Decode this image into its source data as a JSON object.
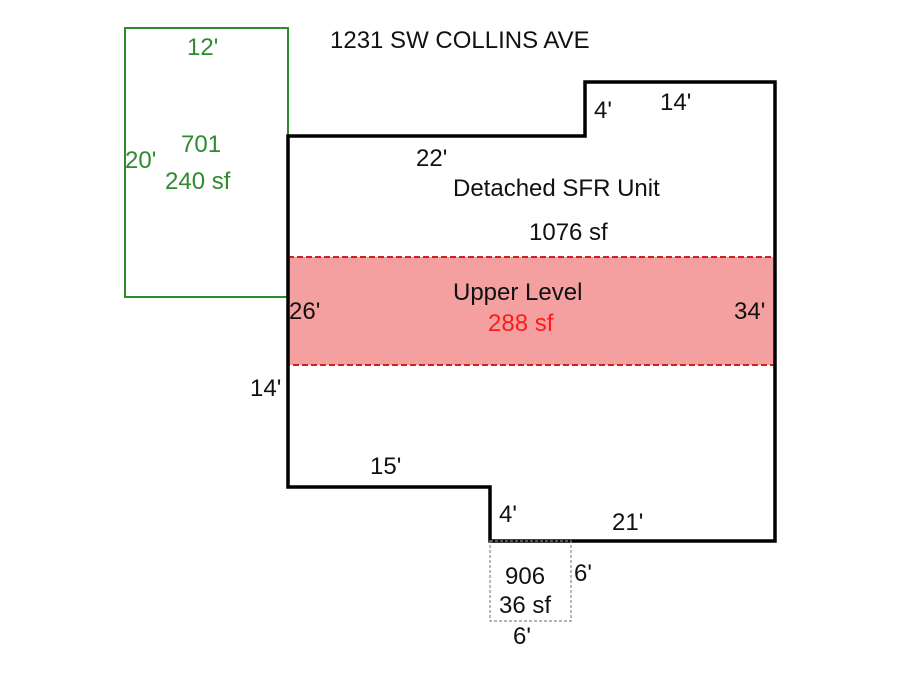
{
  "address": "1231 SW COLLINS AVE",
  "main_unit": {
    "name": "Detached SFR Unit",
    "area": "1076 sf",
    "dims": {
      "top_left": "22'",
      "notch_step": "4'",
      "top_right": "14'",
      "right": "34'",
      "left_upper": "26'",
      "left_lower": "14'",
      "bottom_left": "15'",
      "bottom_step": "4'",
      "bottom_right": "21'"
    }
  },
  "upper_level": {
    "name": "Upper Level",
    "area": "288 sf"
  },
  "unit_701": {
    "code": "701",
    "area": "240 sf",
    "width": "12'",
    "depth": "20'"
  },
  "unit_906": {
    "code": "906",
    "area": "36 sf",
    "width": "6'",
    "depth": "6'"
  },
  "colors": {
    "main_outline": "#000000",
    "unit_701": "#2e8b2e",
    "upper_fill": "#f5a0a0",
    "upper_border": "#cc2222",
    "upper_area_text": "#ff1a1a",
    "unit_906_border": "#888888"
  }
}
